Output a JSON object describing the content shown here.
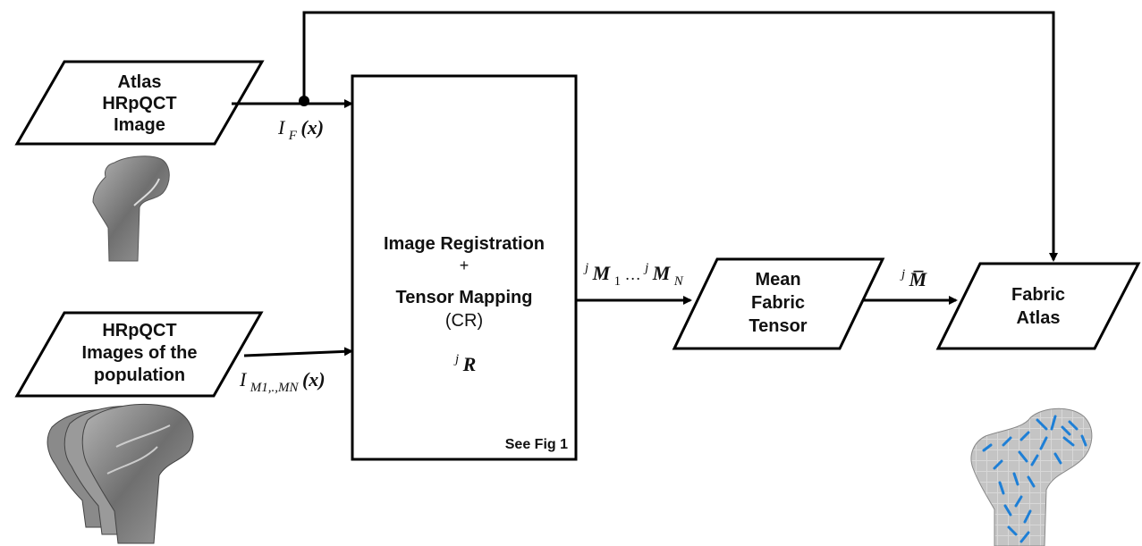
{
  "inputs": {
    "atlas": {
      "lines": [
        "Atlas",
        "HRpQCT",
        "Image"
      ]
    },
    "population": {
      "lines": [
        "HRpQCT",
        "Images of the",
        "population"
      ]
    }
  },
  "process": {
    "line1": "Image Registration",
    "line2": "+",
    "line3": "Tensor Mapping",
    "line4": "(CR)",
    "symbol_sup": "j",
    "symbol": "R",
    "see_fig": "See Fig 1"
  },
  "mean_tensor": {
    "lines": [
      "Mean",
      "Fabric",
      "Tensor"
    ]
  },
  "fabric_atlas": {
    "lines": [
      "Fabric",
      "Atlas"
    ]
  },
  "edge_labels": {
    "fixed_image": {
      "base": "I",
      "sub": "F",
      "arg": "(x)"
    },
    "moving_images": {
      "base": "I",
      "sub": "M1,.,MN",
      "arg": "(x)"
    },
    "mapped_tensors": {
      "sup1": "j",
      "base1": "M",
      "sub1": "1",
      "dots": " … ",
      "sup2": "j",
      "base2": "M",
      "sub2": "N"
    },
    "mean_symbol": {
      "sup": "j",
      "base": "M̅"
    }
  },
  "colors": {
    "stroke": "#000000",
    "bone": "#7a7a7a",
    "tensor": "#1e7fd6"
  }
}
